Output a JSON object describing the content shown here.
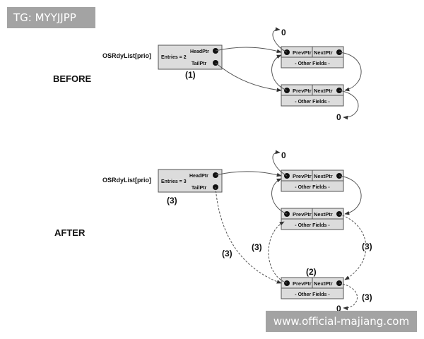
{
  "watermarks": {
    "top_left": "TG: MYYJJPP",
    "bottom_right": "www.official-majiang.com"
  },
  "before": {
    "section_label": "BEFORE",
    "list_label": "OSRdyList[prio]",
    "entries": "Entries = 2",
    "head_ptr": "HeadPtr",
    "tail_ptr": "TailPtr",
    "step_label": "(1)",
    "null_top": "0",
    "null_bottom": "0",
    "tcbs": [
      {
        "prev": "PrevPtr",
        "next": "NextPtr",
        "fields": "- Other Fields -"
      },
      {
        "prev": "PrevPtr",
        "next": "NextPtr",
        "fields": "- Other Fields -"
      }
    ]
  },
  "after": {
    "section_label": "AFTER",
    "list_label": "OSRdyList[prio]",
    "entries": "Entries = 3",
    "head_ptr": "HeadPtr",
    "tail_ptr": "TailPtr",
    "step_label_list": "(3)",
    "step_label_tail_link": "(3)",
    "step_label_prev_link": "(3)",
    "step_label_next_link": "(3)",
    "step_label_new_tcb": "(2)",
    "step_label_new_null": "(3)",
    "null_top": "0",
    "null_bottom": "0",
    "tcbs": [
      {
        "prev": "PrevPtr",
        "next": "NextPtr",
        "fields": "- Other Fields -"
      },
      {
        "prev": "PrevPtr",
        "next": "NextPtr",
        "fields": "- Other Fields -"
      },
      {
        "prev": "PrevPtr",
        "next": "NextPtr",
        "fields": "- Other Fields -"
      }
    ]
  }
}
